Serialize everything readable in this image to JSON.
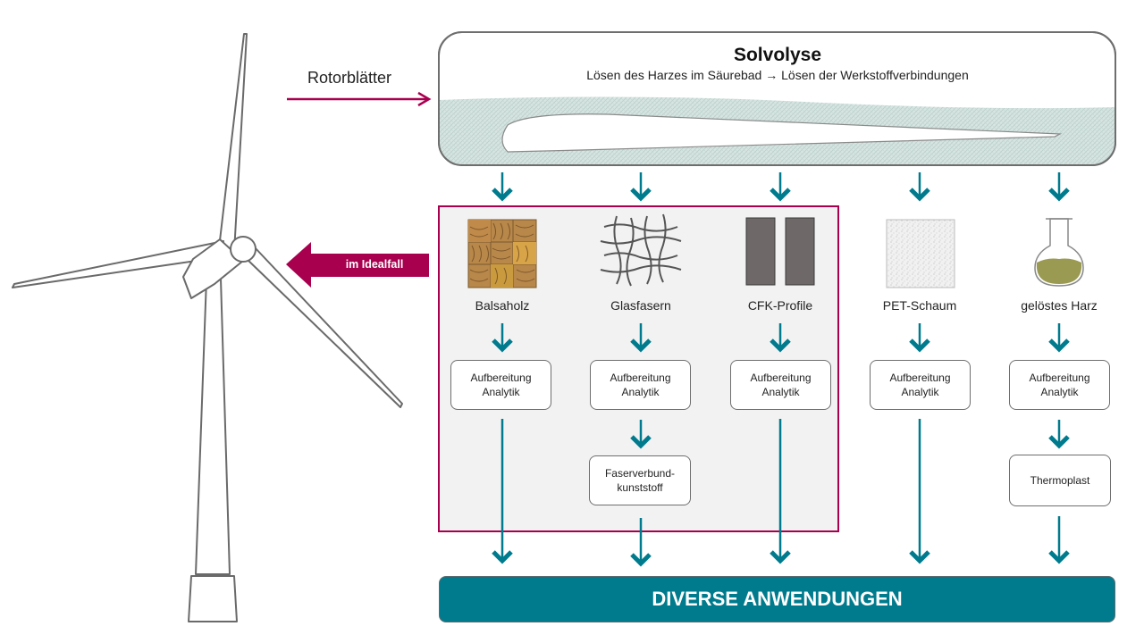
{
  "diagram": {
    "input_label": "Rotorblätter",
    "process": {
      "title": "Solvolyse",
      "subtitle": "Lösen des Harzes im Säurebad → Lösen der Werkstoffverbindungen"
    },
    "ideal_case_label": "im Idealfall",
    "materials": [
      {
        "label": "Balsaholz",
        "icon": "balsa-wood-icon",
        "steps": [
          [
            "Aufbereitung",
            "Analytik"
          ]
        ]
      },
      {
        "label": "Glasfasern",
        "icon": "glass-fiber-mesh-icon",
        "steps": [
          [
            "Aufbereitung",
            "Analytik"
          ],
          [
            "Faserverbund-",
            "kunststoff"
          ]
        ]
      },
      {
        "label": "CFK-Profile",
        "icon": "cfk-profile-icon",
        "steps": [
          [
            "Aufbereitung",
            "Analytik"
          ]
        ]
      },
      {
        "label": "PET-Schaum",
        "icon": "pet-foam-icon",
        "steps": [
          [
            "Aufbereitung",
            "Analytik"
          ]
        ]
      },
      {
        "label": "gelöstes Harz",
        "icon": "flask-icon",
        "steps": [
          [
            "Aufbereitung",
            "Analytik"
          ],
          [
            "Thermoplast"
          ]
        ]
      }
    ],
    "output_label": "DIVERSE ANWENDUNGEN"
  },
  "colors": {
    "accent": "#a8004f",
    "teal": "#007b8d",
    "gray_border": "#6e6e6e",
    "bath": "#d7e5e2"
  }
}
